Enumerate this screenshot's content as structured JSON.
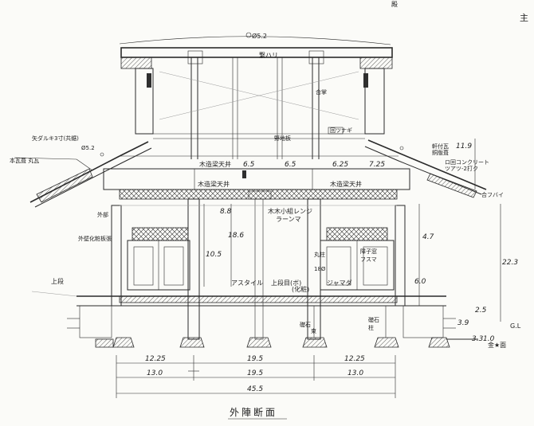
{
  "title": "外陣断面",
  "corner_marks": {
    "top_right": "主",
    "top_center": "殿"
  },
  "labels": {
    "ridge": "Ø5.2",
    "tie_beam": "繋ハリ",
    "combined_beam": "合掌",
    "tsunagi": "回ツナギ",
    "shitaji": "野地板",
    "rafter_note": "矢ダルキ3寸(共鋸)",
    "o52": "Ø5.2",
    "tile": "本瓦葺 丸瓦",
    "pillar_note": "外部",
    "pillar_note2": "外壁化粧板張",
    "beam_left": "木造梁天井",
    "beam_right": "木造梁天井",
    "upper_beam": "木造梁天井",
    "beam_mid": "木木小組レンジ",
    "beam_mid2": "ラーンマ",
    "right_roof": "軒付瓦",
    "right_roof2": "銅版葺",
    "concrete": "ロ回コンクリート",
    "concrete2": "ツアツ-2打ク",
    "pillar_center": "丸柱",
    "pillar_center_dim": "18Ø",
    "stair_left": "上段",
    "floor_left": "アスタイル",
    "floor_mid": "上段目(ボ)",
    "floor_mid2": "(化粧)",
    "floor_right": "ジャマダ",
    "window_right": "障子窓",
    "window_right2": "フスマ",
    "foot_left": "礎石",
    "foot_center": "束",
    "foot_right": "礎石",
    "foot_right2": "柱",
    "ground_right": "金★面",
    "gl": "G.L",
    "right_side": "合フバイ"
  },
  "dimensions": {
    "upper_65a": "6.5",
    "upper_65b": "6.5",
    "upper_625": "6.25",
    "upper_725": "7.25",
    "h_119": "11.9",
    "h_88": "8.8",
    "h_186": "18.6",
    "h_105": "10.5",
    "h_223": "22.3",
    "h_60": "6.0",
    "h_47": "4.7",
    "h_25": "2.5",
    "h_39": "3.9",
    "h_33": "3.3",
    "h_10": "1.0",
    "span_1225a": "12.25",
    "span_195a": "19.5",
    "span_1225b": "12.25",
    "span_130a": "13.0",
    "span_195b": "19.5",
    "span_130b": "13.0",
    "span_455": "45.5"
  }
}
